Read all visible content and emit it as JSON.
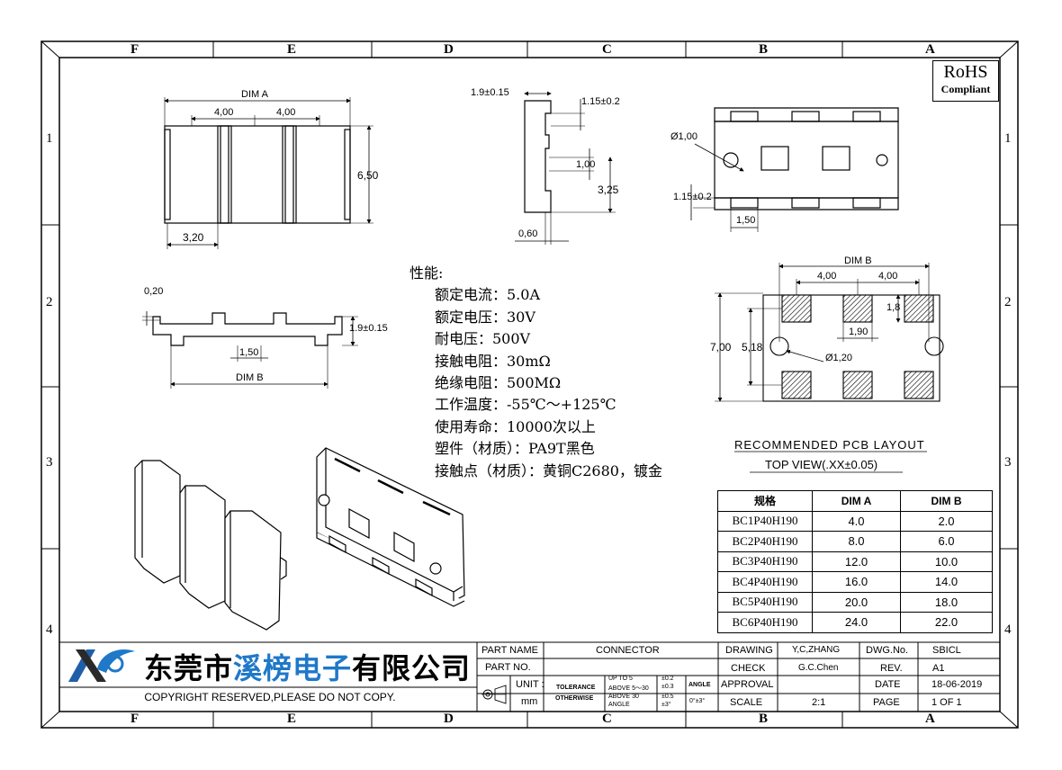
{
  "zones": {
    "cols": [
      "F",
      "E",
      "D",
      "C",
      "B",
      "A"
    ],
    "rows": [
      "1",
      "2",
      "3",
      "4"
    ]
  },
  "rohs": {
    "line1": "RoHS",
    "line2": "Compliant"
  },
  "dims": {
    "top_view": {
      "dim_a": "DIM A",
      "pitch1": "4,00",
      "pitch2": "4,00",
      "height": "6,50",
      "width": "3,20"
    },
    "side_view": {
      "top": "1.9±0.15",
      "tab": "1.15±0.2",
      "d1": "1,00",
      "d2": "3,25",
      "bottom": "0,60"
    },
    "right_view": {
      "hole": "Ø1,00",
      "tab": "1.15±0.2",
      "pad": "1,50"
    },
    "front_view": {
      "t": "0,20",
      "h": "1.9±0.15",
      "p": "1,50",
      "dim_b": "DIM B"
    },
    "pcb": {
      "dim_b": "DIM B",
      "p1": "4,00",
      "p2": "4,00",
      "pad_h": "1,8",
      "pad_w": "1,90",
      "hole": "Ø1,20",
      "h1": "7,00",
      "h2": "5,18",
      "title": "RECOMMENDED PCB LAYOUT",
      "subtitle": "TOP VIEW(.XX±0.05)"
    }
  },
  "specs": {
    "heading": "性能:",
    "items": [
      "额定电流：5.0A",
      "额定电压：30V",
      "耐电压：500V",
      "接触电阻：30mΩ",
      "绝缘电阻：500MΩ",
      "工作温度：-55℃～+125℃",
      "使用寿命：10000次以上",
      "塑件（材质）：PA9T黑色",
      "接触点（材质）：黄铜C2680，镀金"
    ]
  },
  "table": {
    "headers": [
      "规格",
      "DIM A",
      "DIM B"
    ],
    "rows": [
      [
        "BC1P40H190",
        "4.0",
        "2.0"
      ],
      [
        "BC2P40H190",
        "8.0",
        "6.0"
      ],
      [
        "BC3P40H190",
        "12.0",
        "10.0"
      ],
      [
        "BC4P40H190",
        "16.0",
        "14.0"
      ],
      [
        "BC5P40H190",
        "20.0",
        "18.0"
      ],
      [
        "BC6P40H190",
        "24.0",
        "22.0"
      ]
    ]
  },
  "title_block": {
    "company_a": "东莞市",
    "company_b": "溪榜电子",
    "company_c": "有限公司",
    "copyright": "COPYRIGHT RESERVED,PLEASE DO NOT COPY.",
    "part_name_label": "PART NAME",
    "part_name": "CONNECTOR",
    "part_no_label": "PART NO.",
    "unit_label": "UNIT :",
    "unit": "mm",
    "tolerance": "TOLERANCE",
    "otherwise": "OTHERWISE",
    "tol1": "UP TO 5",
    "tol2": "ABOVE 5～30",
    "tol3": "ABOVE 30",
    "tol4": "ANGLE",
    "tv1": "±0.2",
    "tv2": "±0.3",
    "tv3": "±0.5",
    "tv4": "±3°",
    "angle_label": "ANGLE",
    "angle_val": "0°±3°",
    "drawing_label": "DRAWING",
    "drawing": "Y,C,ZHANG",
    "check_label": "CHECK",
    "check": "G.C.Chen",
    "approval_label": "APPROVAL",
    "scale_label": "SCALE",
    "scale": "2:1",
    "dwg_label": "DWG.No.",
    "dwg": "SBICL",
    "rev_label": "REV.",
    "rev": "A1",
    "date_label": "DATE",
    "date": "18-06-2019",
    "page_label": "PAGE",
    "page": "1 OF 1"
  }
}
